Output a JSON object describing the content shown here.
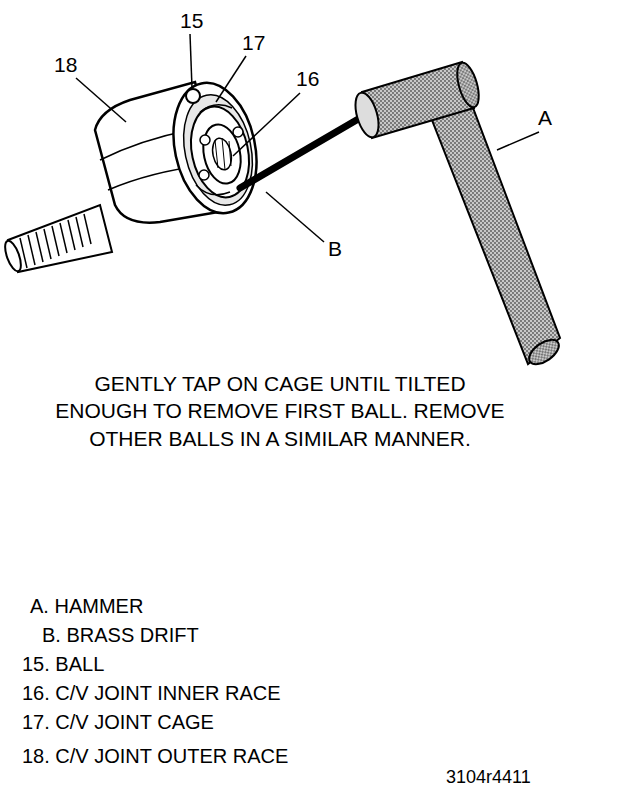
{
  "diagram": {
    "labels": [
      "15",
      "17",
      "18",
      "16",
      "A",
      "B",
      "GENTLY TAP ON CAGE UNTIL TILTED ENOUGH TO REMOVE FIRST BALL. REMOVE OTHER BALLS IN A SIMILAR MANNER.",
      "A. HAMMER",
      "B. BRASS DRIFT",
      "15. BALL",
      "16. C/V JOINT INNER RACE",
      "17. C/V JOINT CAGE",
      "18. C/V JOINT OUTER RACE",
      "3104r4411"
    ]
  }
}
